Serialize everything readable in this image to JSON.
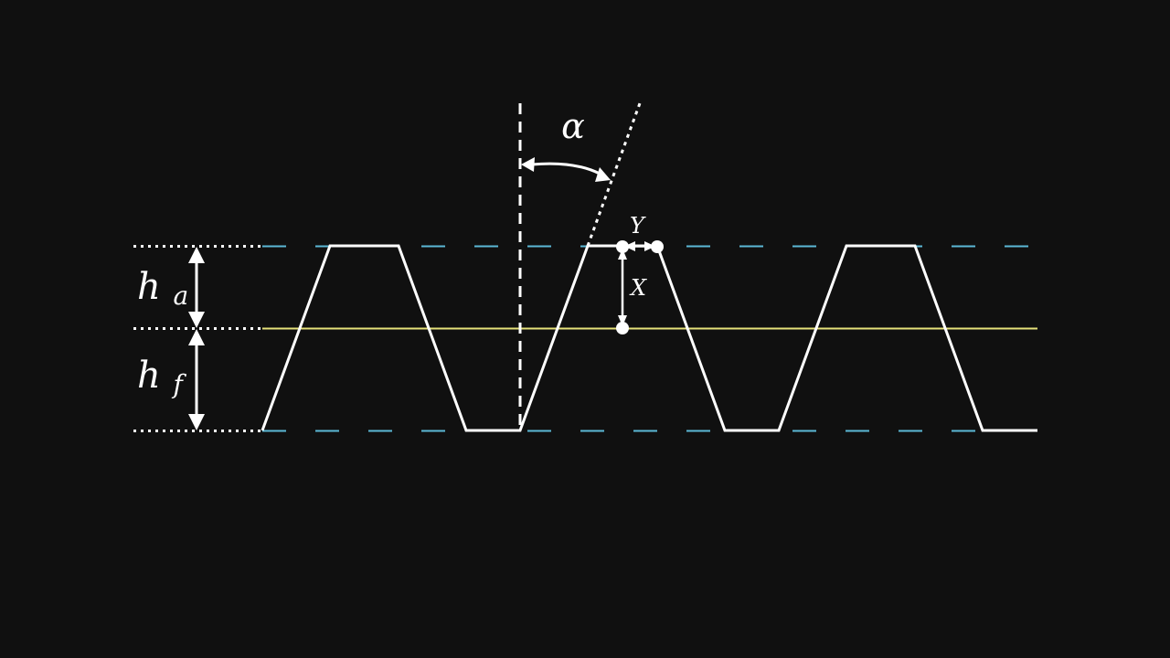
{
  "colors": {
    "background": "#101010",
    "profile": "#ffffff",
    "reference_lines": "#5bb8d6",
    "pitch_line": "#e6e27a",
    "dimension": "#ffffff"
  },
  "labels": {
    "alpha": "α",
    "addendum_main": "h",
    "addendum_sub": "a",
    "dedendum_main": "h",
    "dedendum_sub": "f",
    "x_offset": "X",
    "y_offset": "Y"
  },
  "icons": {
    "arrowhead": "triangle-arrowhead",
    "point": "filled-dot"
  }
}
